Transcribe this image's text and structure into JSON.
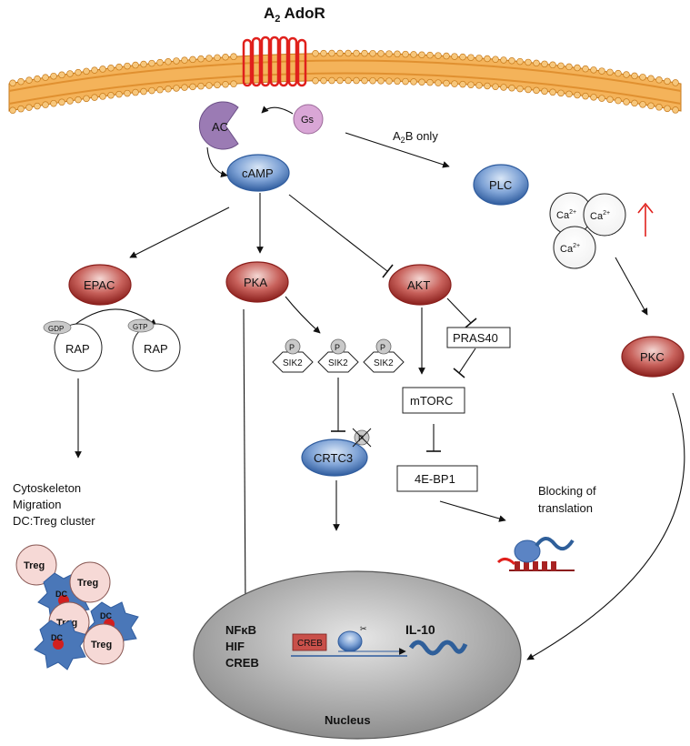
{
  "title": {
    "main": "A",
    "sub": "2",
    "rest": " AdoR"
  },
  "nodes": {
    "ac": "AC",
    "gs": "Gs",
    "camp": "cAMP",
    "plc": "PLC",
    "epac": "EPAC",
    "pka": "PKA",
    "akt": "AKT",
    "rap_left": "RAP",
    "rap_right": "RAP",
    "gdp": "GDP",
    "gtp": "GTP",
    "sik2": [
      "SIK2",
      "SIK2",
      "SIK2"
    ],
    "p": "P",
    "crtc3": "CRTC3",
    "pras40": "PRAS40",
    "mtorc": "mTORC",
    "ebp1": "4E-BP1",
    "pkc": "PKC",
    "ca": {
      "base": "Ca",
      "sup": "2+"
    },
    "creb_box": "CREB",
    "il10": "IL-10",
    "treg": "Treg",
    "dc": "DC"
  },
  "labels": {
    "a2b_only": {
      "main": "A",
      "sub": "2",
      "rest": "B only"
    },
    "cytoskeleton": [
      "Cytoskeleton",
      "Migration",
      "DC:Treg cluster"
    ],
    "blocking": [
      "Blocking of",
      "translation"
    ],
    "nucleus_factors": [
      "NFκB",
      "HIF",
      "CREB"
    ],
    "nucleus": "Nucleus"
  },
  "colors": {
    "membrane": "#f2a23a",
    "receptor": "#e0201c",
    "ac": "#9b7bb4",
    "gs": "#d9a6d6",
    "blue_node": "#4a77b8",
    "red_node": "#b5302d",
    "nucleus": "#b8b8b8",
    "rna": "#2f5f9a"
  }
}
